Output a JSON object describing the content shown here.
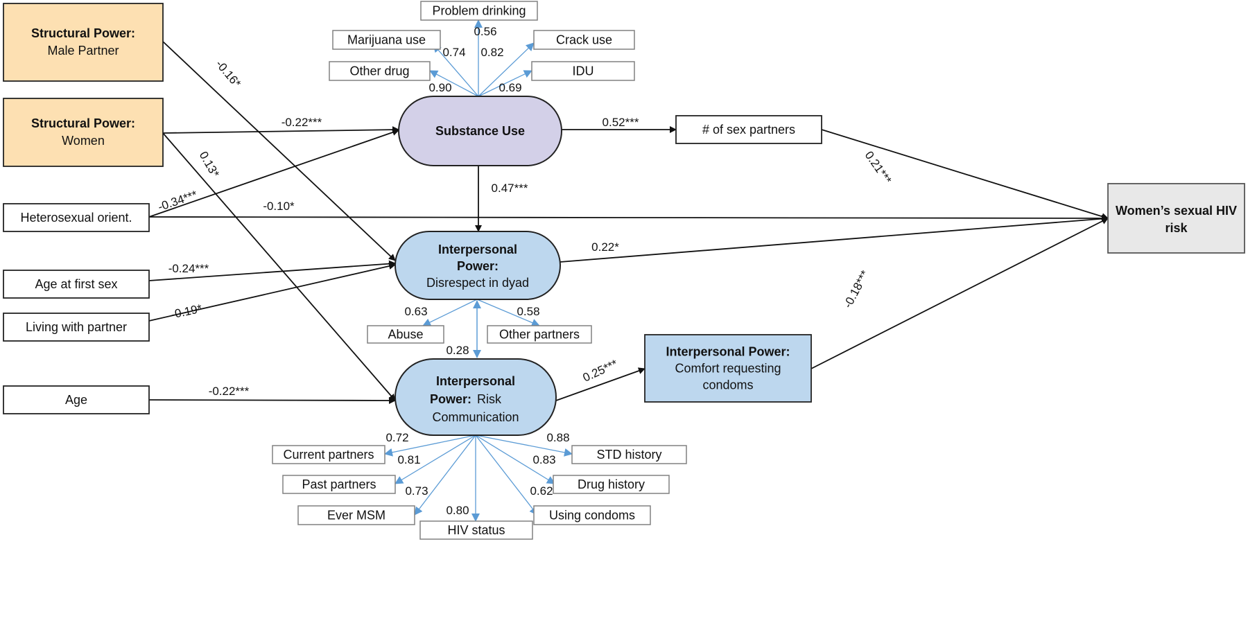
{
  "colors": {
    "structural_fill": "#fde0b2",
    "substance_fill": "#d3d0e8",
    "interpersonal_fill": "#bdd7ee",
    "outcome_fill": "#e8e8e8",
    "path_color": "#111111",
    "loading_color": "#5b9bd5",
    "box_border": "#808080"
  },
  "nodes": {
    "sp_male": {
      "bold": "Structural Power:",
      "text": "Male Partner"
    },
    "sp_women": {
      "bold": "Structural Power:",
      "text": "Women"
    },
    "hetero": {
      "text": "Heterosexual orient."
    },
    "age_first_sex": {
      "text": "Age at first sex"
    },
    "living": {
      "text": "Living with partner"
    },
    "age": {
      "text": "Age"
    },
    "substance": {
      "bold": "Substance Use"
    },
    "disrespect": {
      "bold": "Interpersonal",
      "bold2": "Power:",
      "text": "Disrespect in dyad"
    },
    "risk": {
      "bold": "Interpersonal",
      "bold2": "Power:",
      "text2": "Risk",
      "text": "Communication"
    },
    "sex_partners": {
      "text": "# of sex partners"
    },
    "hiv_risk": {
      "bold": "Women’s sexual HIV",
      "bold2": "risk"
    },
    "comfort": {
      "bold": "Interpersonal Power:",
      "text": "Comfort requesting",
      "text2": "condoms"
    }
  },
  "indicators": {
    "substance": [
      {
        "label": "Problem drinking",
        "loading": "0.56"
      },
      {
        "label": "Marijuana use",
        "loading": "0.74"
      },
      {
        "label": "Crack use",
        "loading": "0.82"
      },
      {
        "label": "Other drug",
        "loading": "0.90"
      },
      {
        "label": "IDU",
        "loading": "0.69"
      }
    ],
    "disrespect": [
      {
        "label": "Abuse",
        "loading": "0.63"
      },
      {
        "label": "Other partners",
        "loading": "0.58"
      }
    ],
    "risk": [
      {
        "label": "Current partners",
        "loading": "0.72"
      },
      {
        "label": "Past partners",
        "loading": "0.81"
      },
      {
        "label": "Ever MSM",
        "loading": "0.73"
      },
      {
        "label": "HIV status",
        "loading": "0.80"
      },
      {
        "label": "Using condoms",
        "loading": "0.62"
      },
      {
        "label": "Drug history",
        "loading": "0.83"
      },
      {
        "label": "STD history",
        "loading": "0.88"
      }
    ]
  },
  "covariance": {
    "between": [
      "disrespect",
      "risk"
    ],
    "label": "0.28"
  },
  "edges": [
    {
      "from": "sp_male",
      "to": "disrespect",
      "label": "-0.16*"
    },
    {
      "from": "sp_women",
      "to": "substance",
      "label": "-0.22***"
    },
    {
      "from": "sp_women",
      "to": "risk",
      "label": "0.13*"
    },
    {
      "from": "hetero",
      "to": "substance",
      "label": "-0.34***"
    },
    {
      "from": "hetero",
      "to": "hiv_risk",
      "label": "-0.10*"
    },
    {
      "from": "age_first_sex",
      "to": "disrespect",
      "label": "-0.24***"
    },
    {
      "from": "living",
      "to": "disrespect",
      "label": "-0.19*"
    },
    {
      "from": "age",
      "to": "risk",
      "label": "-0.22***"
    },
    {
      "from": "substance",
      "to": "sex_partners",
      "label": "0.52***"
    },
    {
      "from": "substance",
      "to": "disrespect",
      "label": "0.47***"
    },
    {
      "from": "sex_partners",
      "to": "hiv_risk",
      "label": "0.21***"
    },
    {
      "from": "disrespect",
      "to": "hiv_risk",
      "label": "0.22*"
    },
    {
      "from": "risk",
      "to": "comfort",
      "label": "0.25***"
    },
    {
      "from": "comfort",
      "to": "hiv_risk",
      "label": "-0.18***"
    }
  ]
}
